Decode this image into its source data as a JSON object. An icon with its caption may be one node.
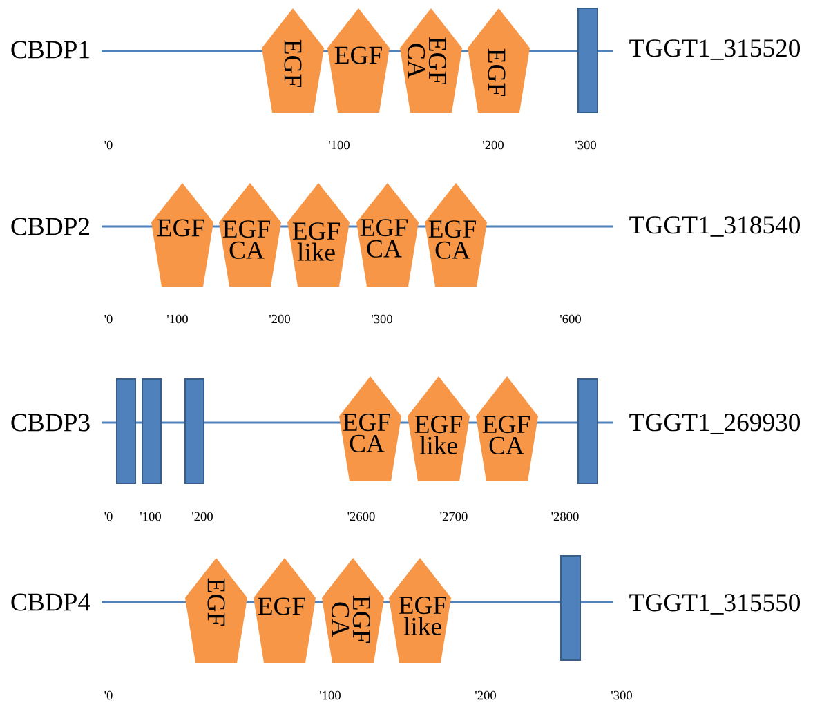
{
  "diagram": {
    "nodes": [
      {
        "text": [
          "EGF"
        ]
      },
      {
        "text": [
          "EGF"
        ]
      },
      {
        "text": [
          "EGF CA"
        ]
      },
      {
        "text": [
          "EGF"
        ]
      },
      {
        "text": [],
        "shape": "bar"
      },
      {
        "text": [
          "EGF"
        ]
      },
      {
        "text": [
          "EGF CA"
        ]
      },
      {
        "text": [
          "EGF like"
        ]
      },
      {
        "text": [
          "EGF CA"
        ]
      },
      {
        "text": [
          "EGF CA"
        ]
      },
      {
        "text": [],
        "shape": "bar"
      },
      {
        "text": [],
        "shape": "bar"
      },
      {
        "text": [],
        "shape": "bar"
      },
      {
        "text": [
          "EGF CA"
        ]
      },
      {
        "text": [
          "EGF like"
        ]
      },
      {
        "text": [
          "EGF CA"
        ]
      },
      {
        "text": [],
        "shape": "bar"
      },
      {
        "text": [
          "EGF"
        ]
      },
      {
        "text": [
          "EGF"
        ]
      },
      {
        "text": [
          "EGF CA"
        ]
      },
      {
        "text": [
          "EGF like"
        ]
      },
      {
        "text": [],
        "shape": "bar"
      }
    ],
    "labels": [
      "CBDP1",
      "TGGT1_315520",
      "'0",
      "'100",
      "'200",
      "'300",
      "CBDP2",
      "TGGT1_318540",
      "'0",
      "'100",
      "'200",
      "'300",
      "'600",
      "CBDP3",
      "TGGT1_269930",
      "'0",
      "'100",
      "'200",
      "'2600",
      "'2700",
      "'2800",
      "CBDP4",
      "TGGT1_315550",
      "'0",
      "'100",
      "'200",
      "'300"
    ]
  }
}
